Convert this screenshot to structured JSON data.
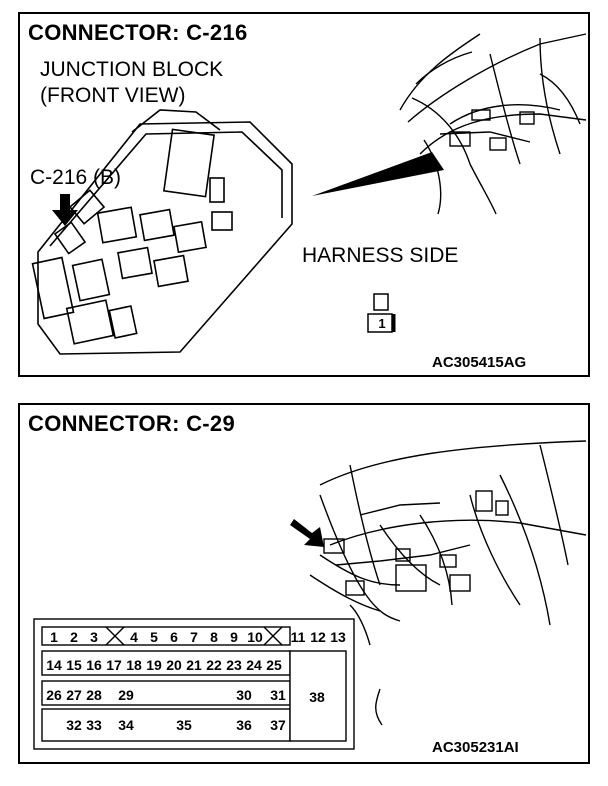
{
  "panel1": {
    "title": "CONNECTOR: C-216",
    "junction_line1": "JUNCTION BLOCK",
    "junction_line2": "(FRONT VIEW)",
    "connector_pointer": "C-216 (B)",
    "harness_side": "HARNESS SIDE",
    "pin_label": "1",
    "code": "AC305415AG"
  },
  "panel2": {
    "title": "CONNECTOR: C-29",
    "code": "AC305231AI",
    "pins_row1": [
      "1",
      "2",
      "3",
      "4",
      "5",
      "6",
      "7",
      "8",
      "9",
      "10",
      "11",
      "12",
      "13"
    ],
    "pins_row2": [
      "14",
      "15",
      "16",
      "17",
      "18",
      "19",
      "20",
      "21",
      "22",
      "23",
      "24",
      "25"
    ],
    "pins_row3": [
      "26",
      "27",
      "28",
      "29",
      "30",
      "31"
    ],
    "pins_row4": [
      "32",
      "33",
      "34",
      "35",
      "36",
      "37"
    ],
    "pin_large": "38"
  }
}
